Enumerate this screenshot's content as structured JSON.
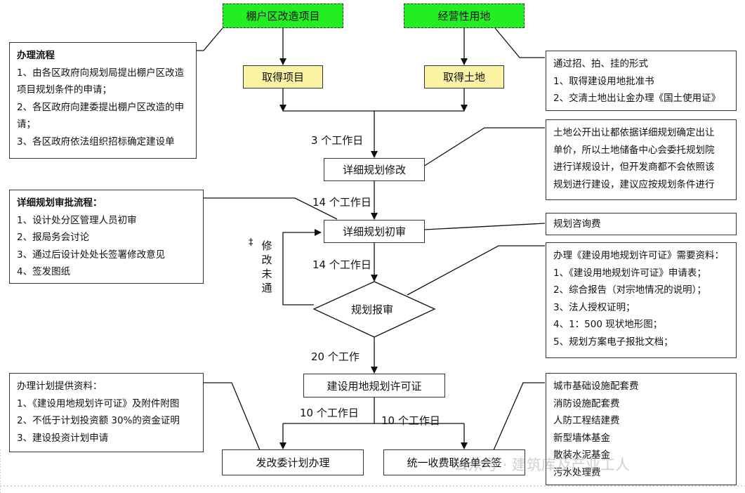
{
  "boxes": {
    "shantytown": "棚户区改造项目",
    "commercial_land": "经营性用地",
    "obtain_project": "取得项目",
    "obtain_land": "取得土地",
    "detail_revise": "详细规划修改",
    "detail_initial": "详细规划初审",
    "plan_submit": "规划报审",
    "land_permit": "建设用地规划许可证",
    "ndrc": "发改委计划办理",
    "fee_sign": "统一收费联络单会签"
  },
  "labels": {
    "days3": "3 个工作日",
    "days14a": "14 个工作日",
    "days14b": "14 个工作日",
    "days20": "20 个工作",
    "days10a": "10 个工作日",
    "days10b": "10 个工作日",
    "revise_fail": "修改未通",
    "stray": "‡"
  },
  "notes": {
    "process": {
      "title": "办理流程",
      "lines": [
        "1、由各区政府向规划局提出棚户区改造",
        "项目规划条件的申请；",
        "2、各区政府向建委提出棚户区改造的申",
        "请；",
        "3、各区政府依法组织招标确定建设单"
      ]
    },
    "land_method": {
      "lines": [
        "通过招、拍、挂的形式",
        "1、取得建设用地批准书",
        "2、交清土地出让金办理《国土使用证》"
      ]
    },
    "land_public": {
      "lines": [
        "土地公开出让都依据详细规划确定出让",
        "单价，所以土地储备中心会委托规划院",
        "进行详规设计，但开发商都不会依照该",
        "规划进行建设，建议应按规划条件进行"
      ]
    },
    "detail_approval": {
      "title": "详细规划审批流程：",
      "lines": [
        "1、设计处分区管理人员初审",
        "2、报局务会讨论",
        "3、通过后设计处处长签署修改意见",
        "4、签发图纸"
      ]
    },
    "consult_fee": {
      "lines": [
        "规划咨询费"
      ]
    },
    "permit_docs": {
      "lines": [
        "办理《建设用地规划许可证》需要资料：",
        "1、《建设用地规划许可证》申请表；",
        "2、综合报告（对宗地情况的说明）；",
        "3、法人授权证明；",
        "4、1：500 现状地形图；",
        "5、规划方案电子报批文档；"
      ]
    },
    "plan_docs": {
      "lines": [
        "办理计划提供资料：",
        "1、《建设用地规划许可证》及附件附图",
        "2、不低于计划投资额 30%的资金证明",
        "3、建设投资计划申请"
      ]
    },
    "fees": {
      "lines": [
        "城市基础设施配套费",
        "消防设施配套费",
        "人防工程结建费",
        "新型墙体基金",
        "散装水泥基金",
        "污水处理费"
      ]
    }
  },
  "watermark": "公众号 · 建筑库及产业工人"
}
